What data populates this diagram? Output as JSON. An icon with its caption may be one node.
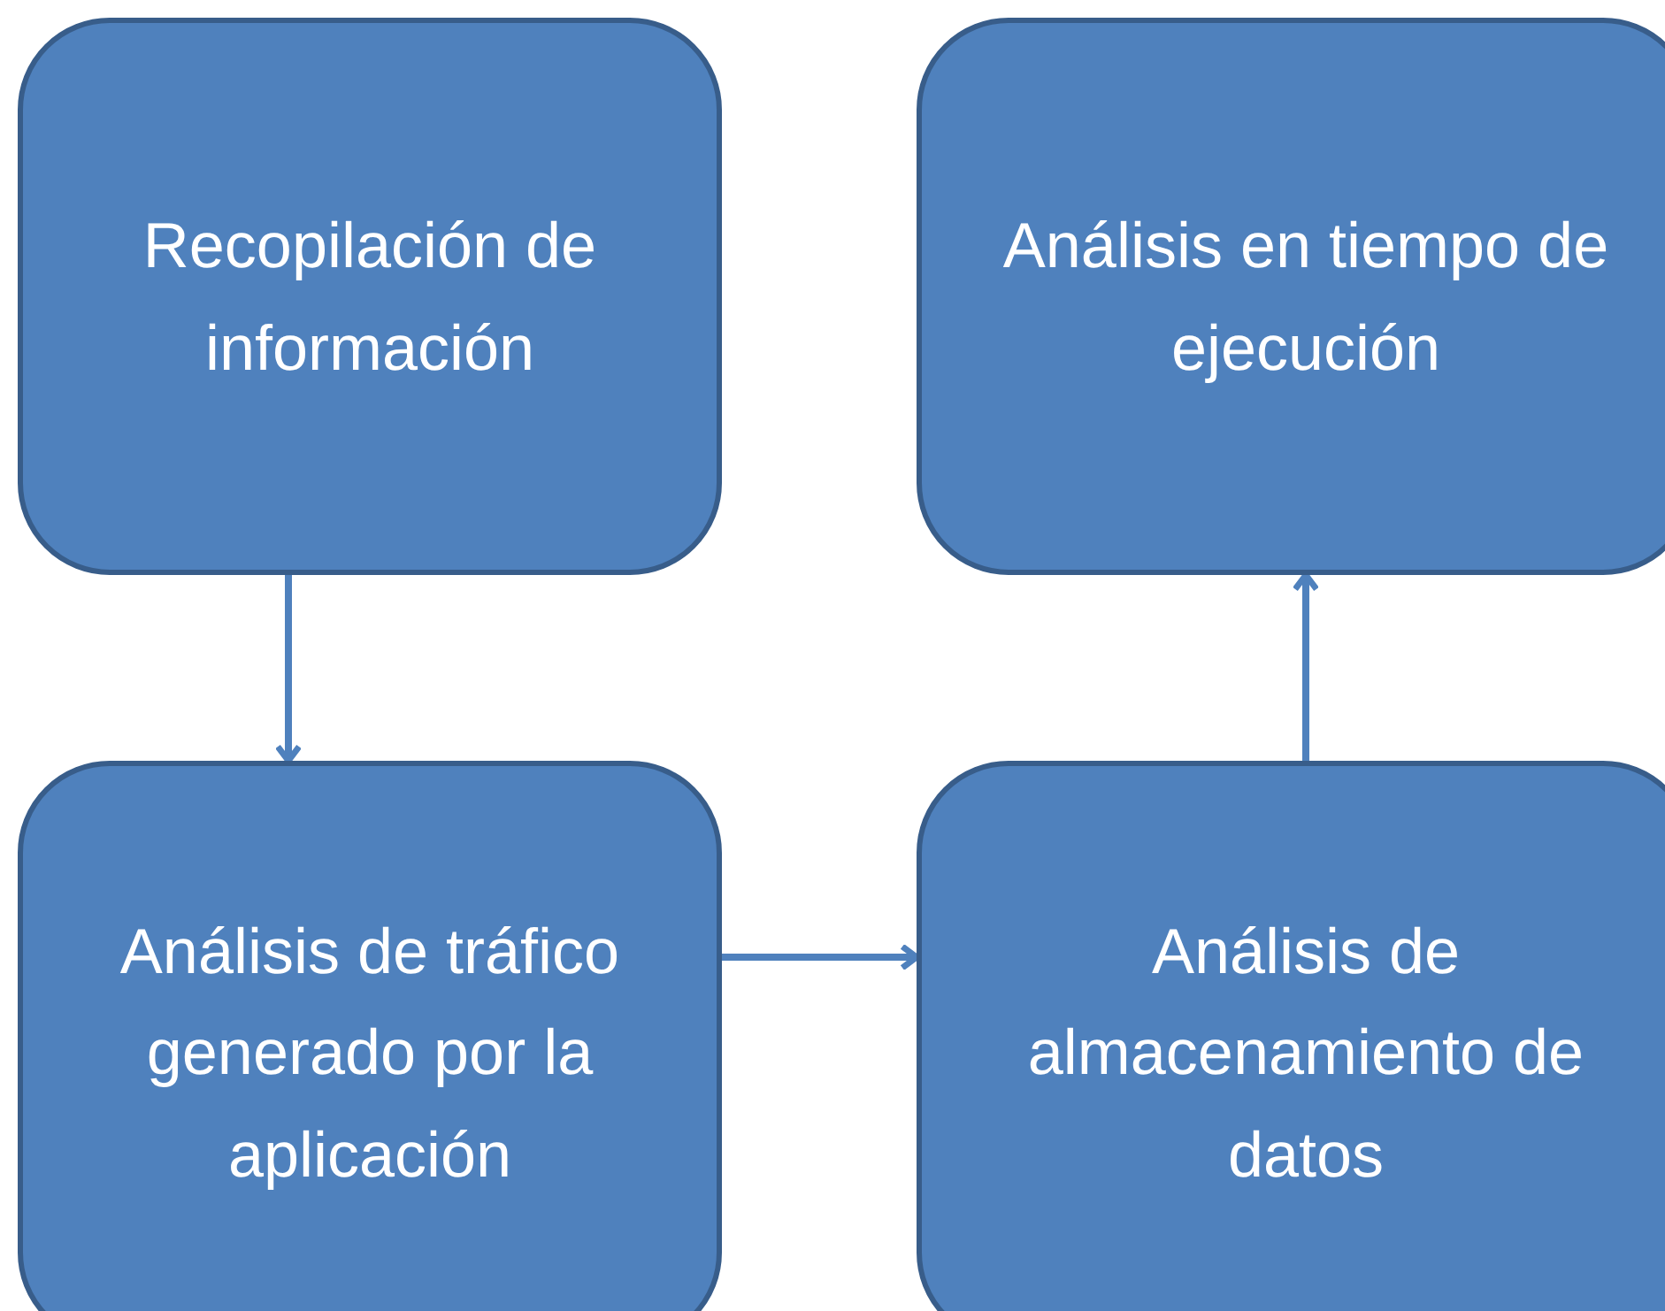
{
  "diagram": {
    "nodes": [
      {
        "text": [
          "Recopilación de información"
        ]
      },
      {
        "text": [
          "Análisis en tiempo de ejecución"
        ]
      },
      {
        "text": [
          "Análisis de tráfico generado por la aplicación"
        ]
      },
      {
        "text": [
          "Análisis de almacenamiento de datos"
        ]
      }
    ],
    "edges": [
      {
        "from": 0,
        "to": 2,
        "arrow": "to"
      },
      {
        "from": 2,
        "to": 3,
        "arrow": "to"
      },
      {
        "from": 3,
        "to": 1,
        "arrow": "to"
      }
    ]
  }
}
